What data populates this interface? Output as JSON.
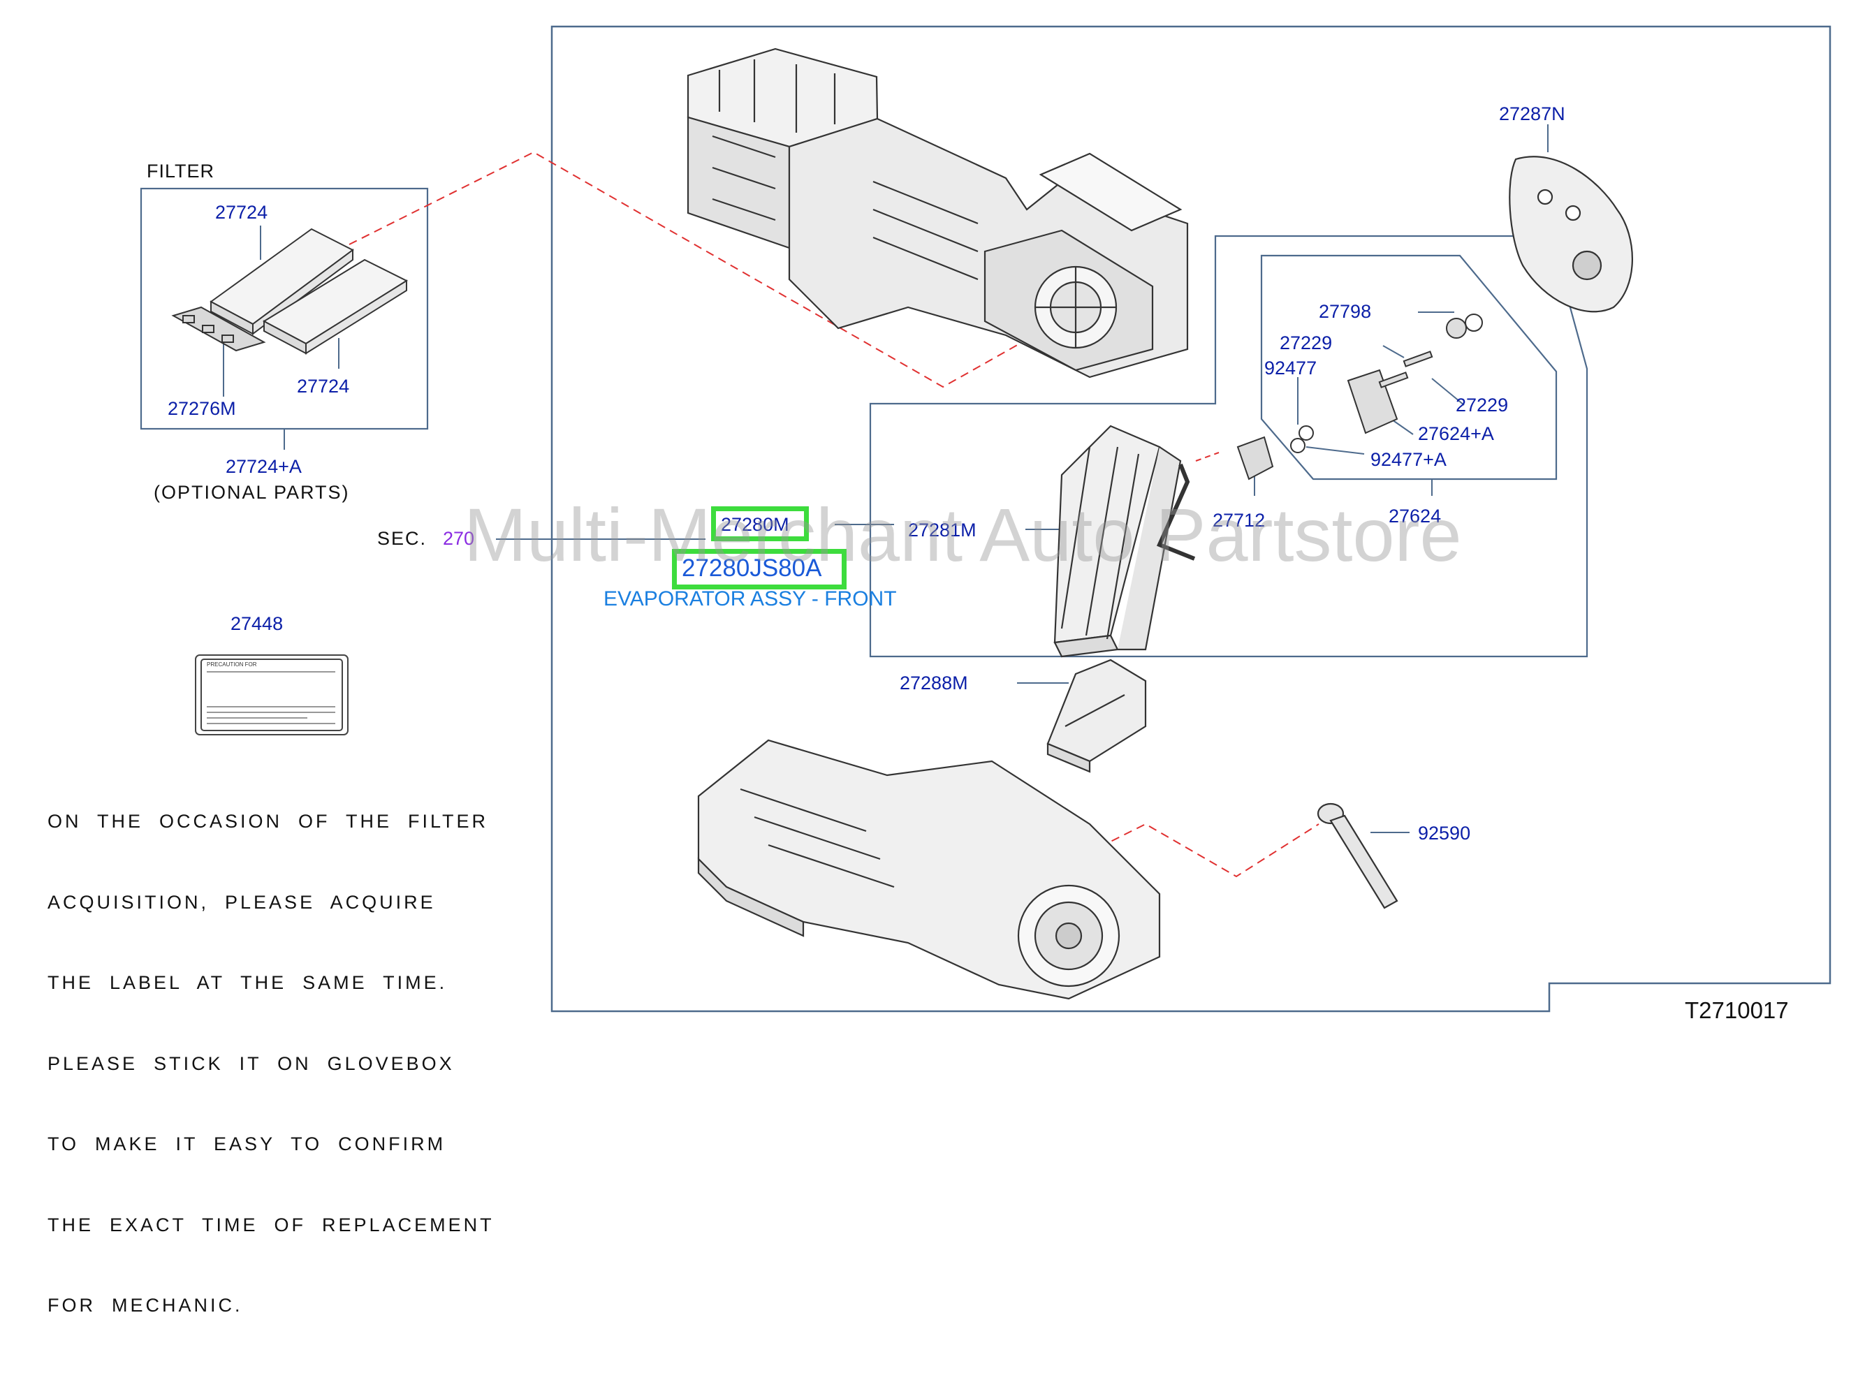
{
  "filter_box": {
    "title": "FILTER",
    "part_top": "27724",
    "part_bottom": "27724",
    "part_frame": "27276M",
    "assembly_part": "27724+A",
    "optional_note": "(OPTIONAL  PARTS)"
  },
  "sec_ref": {
    "label": "SEC.",
    "number": "270"
  },
  "label_part": "27448",
  "label_card_text": "PRECAUTION     FOR",
  "note_lines": [
    "ON  THE  OCCASION  OF  THE  FILTER",
    "ACQUISITION,  PLEASE  ACQUIRE",
    "THE  LABEL  AT  THE  SAME  TIME.",
    "PLEASE  STICK  IT  ON  GLOVEBOX",
    "TO  MAKE  IT  EASY  TO  CONFIRM",
    "THE  EXACT  TIME  OF  REPLACEMENT",
    "FOR  MECHANIC."
  ],
  "parts": {
    "p27287N": "27287N",
    "p27798": "27798",
    "p27229a": "27229",
    "p92477": "92477",
    "p27229b": "27229",
    "p27624A": "27624+A",
    "p92477A": "92477+A",
    "p27712": "27712",
    "p27624": "27624",
    "p27281M": "27281M",
    "p27288M": "27288M",
    "p92590": "92590"
  },
  "highlight": {
    "part": "27280M",
    "part_number": "27280JS80A",
    "description": "EVAPORATOR ASSY - FRONT"
  },
  "watermark": "Multi-Merchant Auto Partstore",
  "diagram_id": "T2710017",
  "colors": {
    "part_number": "#0b1fa8",
    "highlight": "#3ddc3d",
    "description": "#1a7fe0",
    "sec_number": "#8a2be2",
    "frame": "#4d6a8c",
    "leader_dash": "#e03030"
  }
}
